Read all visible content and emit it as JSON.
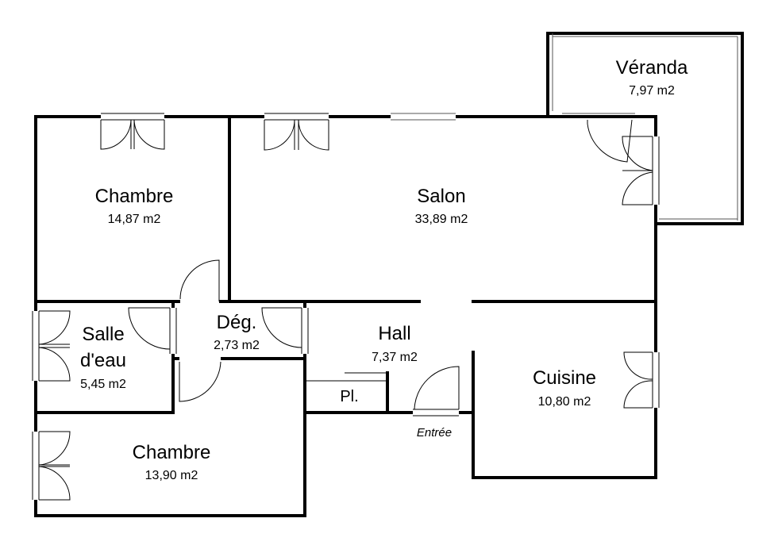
{
  "rooms": {
    "veranda": {
      "name": "Véranda",
      "area": "7,97 m2"
    },
    "chambre1": {
      "name": "Chambre",
      "area": "14,87 m2"
    },
    "salon": {
      "name": "Salon",
      "area": "33,89 m2"
    },
    "salle": {
      "name_line1": "Salle",
      "name_line2": "d'eau",
      "area": "5,45 m2"
    },
    "deg": {
      "name": "Dég.",
      "area": "2,73 m2"
    },
    "hall": {
      "name": "Hall",
      "area": "7,37 m2"
    },
    "cuisine": {
      "name": "Cuisine",
      "area": "10,80 m2"
    },
    "chambre2": {
      "name": "Chambre",
      "area": "13,90 m2"
    }
  },
  "closet": {
    "label": "Pl."
  },
  "entrance": {
    "label": "Entrée"
  }
}
